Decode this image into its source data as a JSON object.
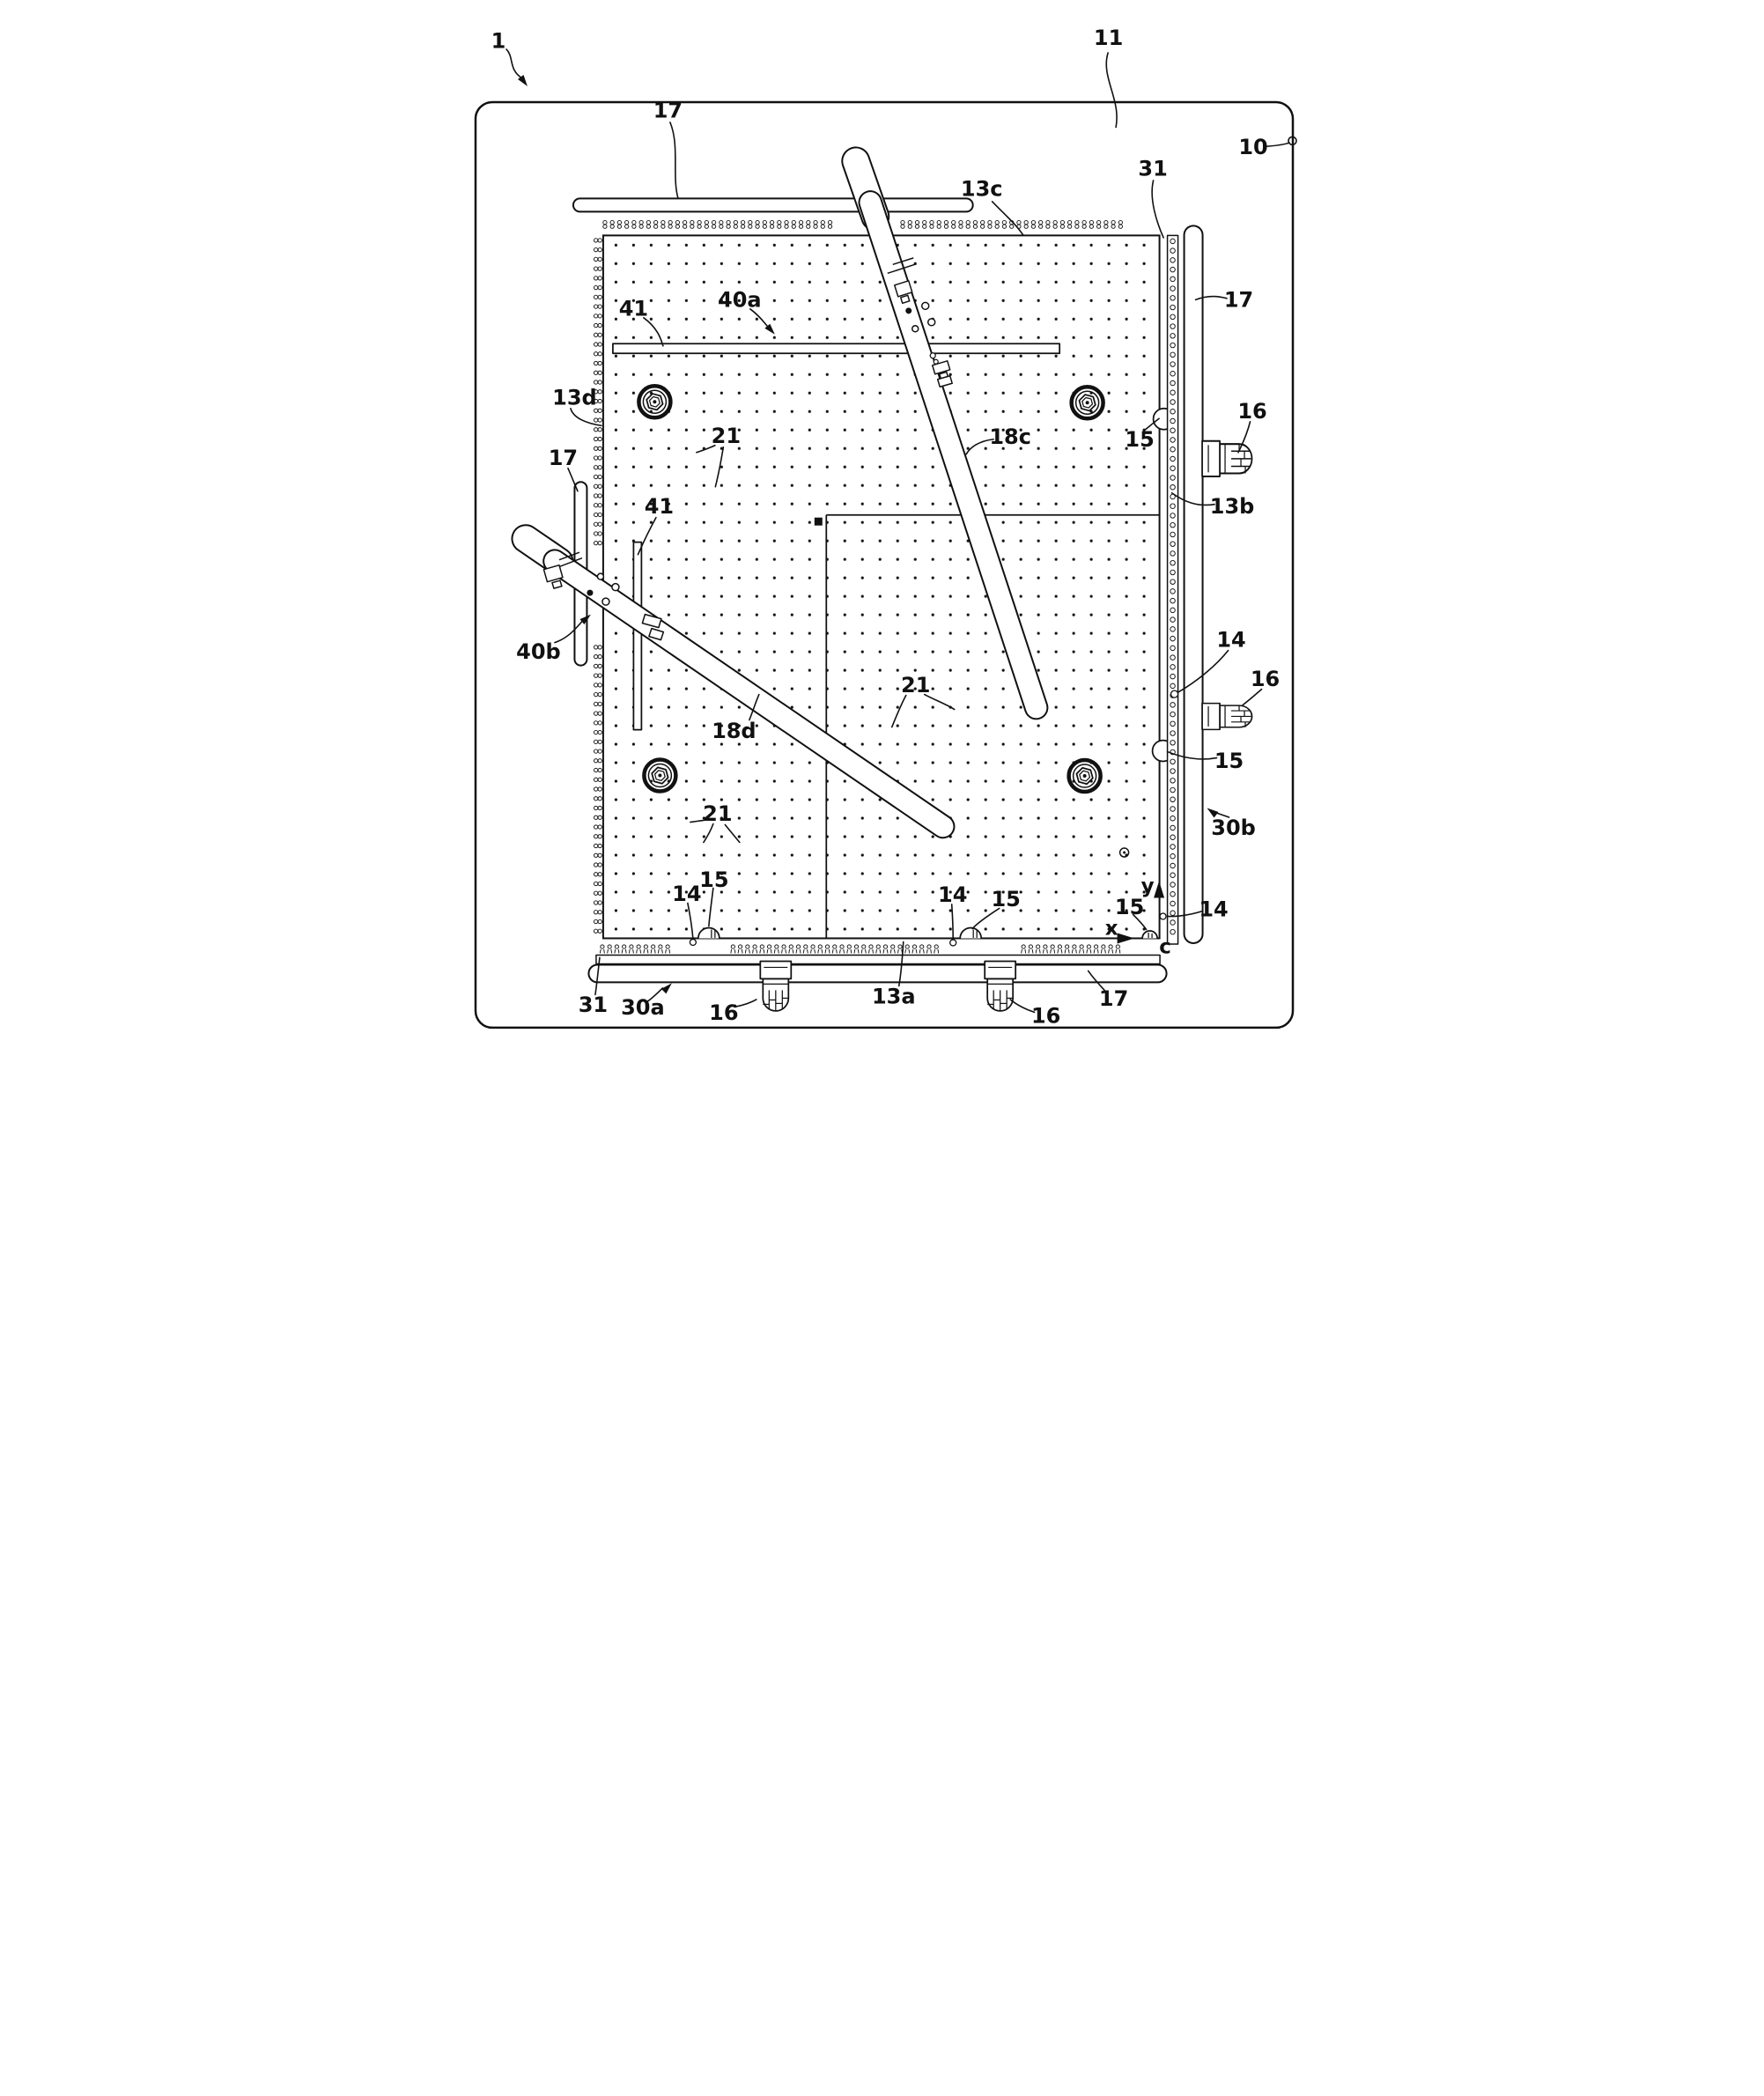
{
  "colors": {
    "ink": "#111111",
    "paper": "#ffffff"
  },
  "labels": {
    "r1": {
      "text": "1"
    },
    "r11": {
      "text": "11"
    },
    "r10": {
      "text": "10"
    },
    "r17_top": {
      "text": "17"
    },
    "r13c": {
      "text": "13c"
    },
    "r31_right": {
      "text": "31"
    },
    "r17_right": {
      "text": "17"
    },
    "r16_right_upper": {
      "text": "16"
    },
    "r15_right_upper": {
      "text": "15"
    },
    "r13b": {
      "text": "13b"
    },
    "r40a": {
      "text": "40a"
    },
    "r41_top": {
      "text": "41"
    },
    "r21_upper": {
      "text": "21"
    },
    "r18c": {
      "text": "18c"
    },
    "r13d": {
      "text": "13d"
    },
    "r17_left": {
      "text": "17"
    },
    "r41_left": {
      "text": "41"
    },
    "r40b": {
      "text": "40b"
    },
    "r18d": {
      "text": "18d"
    },
    "r21_mid": {
      "text": "21"
    },
    "r21_lower": {
      "text": "21"
    },
    "r14_right": {
      "text": "14"
    },
    "r16_right_lower": {
      "text": "16"
    },
    "r15_right_lower": {
      "text": "15"
    },
    "r30b": {
      "text": "30b"
    },
    "r15_bottom_left": {
      "text": "15"
    },
    "r14_bottom_left": {
      "text": "14"
    },
    "r14_bottom_mid": {
      "text": "14"
    },
    "r15_bottom_mid": {
      "text": "15"
    },
    "r15_corner": {
      "text": "15"
    },
    "r14_corner": {
      "text": "14"
    },
    "r31_bottom": {
      "text": "31"
    },
    "r30a": {
      "text": "30a"
    },
    "r16_bottom_left": {
      "text": "16"
    },
    "r13a": {
      "text": "13a"
    },
    "r16_bottom_right": {
      "text": "16"
    },
    "r17_bottom": {
      "text": "17"
    },
    "axis_x": {
      "text": "x"
    },
    "axis_y": {
      "text": "y"
    },
    "corner_c": {
      "text": "c"
    }
  }
}
